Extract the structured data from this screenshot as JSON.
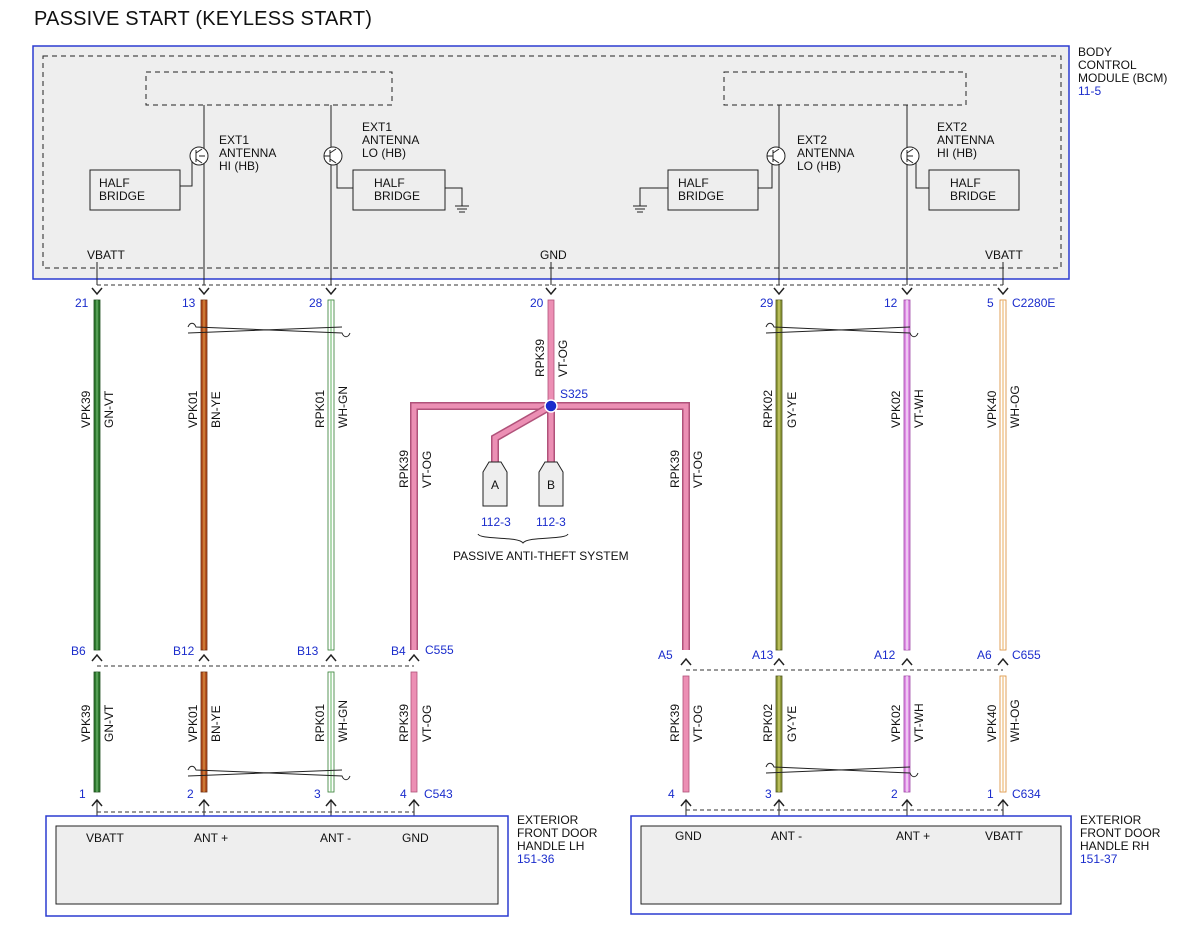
{
  "title": "PASSIVE START (KEYLESS START)",
  "colors": {
    "box_border": "#2b3bd1",
    "text_blue": "#1a2ccc",
    "module_fill": "#eeeeee",
    "wire_GN_VT": "#2f7a2f",
    "wire_BN_YE": "#b5501f",
    "wire_WH_GN": "#9bd19b",
    "wire_VT_OG": "#ec8fb4",
    "wire_GY_YE": "#8f9a3a",
    "wire_VT_WH": "#df8ce6",
    "wire_WH_OG": "#f1c48a"
  },
  "bcm": {
    "name": "BODY CONTROL MODULE (BCM)",
    "name_lines": [
      "BODY",
      "CONTROL",
      "MODULE (BCM)"
    ],
    "ref": "11-5",
    "connector": "C2280E",
    "labels": {
      "vbatt_left": "VBATT",
      "gnd": "GND",
      "vbatt_right": "VBATT"
    },
    "circuits": [
      {
        "id": "ext1_hi",
        "lines": [
          "EXT1",
          "ANTENNA",
          "HI (HB)"
        ]
      },
      {
        "id": "ext1_lo",
        "lines": [
          "EXT1",
          "ANTENNA",
          "LO (HB)"
        ]
      },
      {
        "id": "ext2_lo",
        "lines": [
          "EXT2",
          "ANTENNA",
          "LO (HB)"
        ]
      },
      {
        "id": "ext2_hi",
        "lines": [
          "EXT2",
          "ANTENNA",
          "HI (HB)"
        ]
      }
    ],
    "half_bridge_lines": [
      "HALF",
      "BRIDGE"
    ]
  },
  "wires": [
    {
      "id": "w21",
      "bcm_pin": "21",
      "circuit": "VPK39",
      "color": "GN-VT",
      "mid_pin": "B6",
      "lower_circuit": "VPK39",
      "lower_color": "GN-VT",
      "bottom_pin": "1"
    },
    {
      "id": "w13",
      "bcm_pin": "13",
      "circuit": "VPK01",
      "color": "BN-YE",
      "mid_pin": "B12",
      "lower_circuit": "VPK01",
      "lower_color": "BN-YE",
      "bottom_pin": "2"
    },
    {
      "id": "w28",
      "bcm_pin": "28",
      "circuit": "RPK01",
      "color": "WH-GN",
      "mid_pin": "B13",
      "lower_circuit": "RPK01",
      "lower_color": "WH-GN",
      "bottom_pin": "3"
    },
    {
      "id": "w20",
      "bcm_pin": "20",
      "circuit": "RPK39",
      "color": "VT-OG"
    },
    {
      "id": "w29",
      "bcm_pin": "29",
      "circuit": "RPK02",
      "color": "GY-YE",
      "mid_pin": "A13",
      "lower_circuit": "RPK02",
      "lower_color": "GY-YE",
      "bottom_pin": "3"
    },
    {
      "id": "w12",
      "bcm_pin": "12",
      "circuit": "VPK02",
      "color": "VT-WH",
      "mid_pin": "A12",
      "lower_circuit": "VPK02",
      "lower_color": "VT-WH",
      "bottom_pin": "2"
    },
    {
      "id": "w5",
      "bcm_pin": "5",
      "circuit": "VPK40",
      "color": "WH-OG",
      "mid_pin": "A6",
      "lower_circuit": "VPK40",
      "lower_color": "WH-OG",
      "bottom_pin": "1"
    }
  ],
  "splice": {
    "name": "S325",
    "left_branch": {
      "circuit": "RPK39",
      "color": "VT-OG",
      "mid_pin": "B4",
      "lower_circuit": "RPK39",
      "lower_color": "VT-OG",
      "bottom_pin": "4"
    },
    "right_branch": {
      "circuit": "RPK39",
      "color": "VT-OG",
      "mid_pin": "A5",
      "lower_circuit": "RPK39",
      "lower_color": "VT-OG",
      "bottom_pin": "4"
    },
    "pats": {
      "name": "PASSIVE ANTI-THEFT SYSTEM",
      "connectors": [
        {
          "label": "A",
          "ref": "112-3"
        },
        {
          "label": "B",
          "ref": "112-3"
        }
      ]
    }
  },
  "connectors": {
    "c555": "C555",
    "c655": "C655",
    "c543": "C543",
    "c634": "C634"
  },
  "handle_lh": {
    "name": "EXTERIOR FRONT DOOR HANDLE LH",
    "name_lines": [
      "EXTERIOR",
      "FRONT DOOR",
      "HANDLE LH"
    ],
    "ref": "151-36",
    "pins": [
      "VBATT",
      "ANT +",
      "ANT -",
      "GND"
    ]
  },
  "handle_rh": {
    "name": "EXTERIOR FRONT DOOR HANDLE RH",
    "name_lines": [
      "EXTERIOR",
      "FRONT DOOR",
      "HANDLE RH"
    ],
    "ref": "151-37",
    "pins": [
      "GND",
      "ANT -",
      "ANT +",
      "VBATT"
    ]
  }
}
